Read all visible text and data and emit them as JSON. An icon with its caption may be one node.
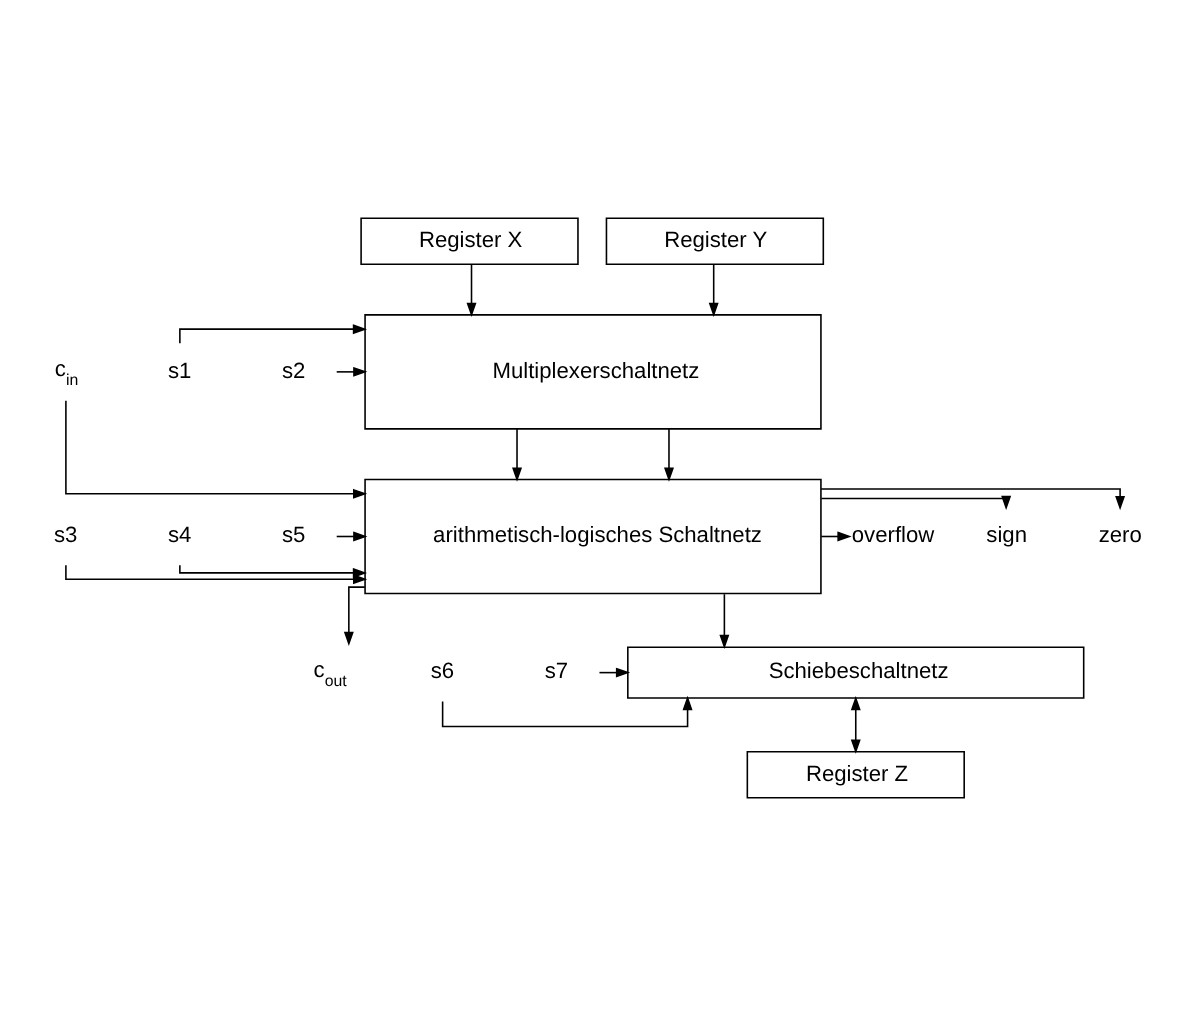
{
  "diagram": {
    "nodes": [
      {
        "text": [
          "Register X"
        ]
      },
      {
        "text": [
          "Register Y"
        ]
      },
      {
        "text": [
          "Multiplexerschaltnetz"
        ]
      },
      {
        "text": [
          "s1"
        ]
      },
      {
        "text": [
          "s2"
        ]
      },
      {
        "text": [
          "c$_{in}$"
        ]
      },
      {
        "text": [
          "zero"
        ]
      },
      {
        "text": [
          "arithmetisch-logisches Schaltnetz"
        ]
      },
      {
        "text": [
          "s3"
        ]
      },
      {
        "text": [
          "sign"
        ]
      },
      {
        "text": [
          "s4"
        ]
      },
      {
        "text": [
          "overflow"
        ]
      },
      {
        "text": [
          "s5"
        ]
      },
      {
        "text": [
          "c$_{out}$"
        ]
      },
      {
        "text": [
          "Schiebeschaltnetz"
        ]
      },
      {
        "text": [
          "s6"
        ]
      },
      {
        "text": [
          "s7"
        ]
      },
      {
        "text": [
          "Register Z"
        ]
      }
    ],
    "edges": [
      {
        "from": 0,
        "to": 2,
        "arrow": "to"
      },
      {
        "from": 1,
        "to": 2,
        "arrow": "to"
      },
      {
        "from": 3,
        "to": 2,
        "arrow": "to"
      },
      {
        "from": 4,
        "to": 2,
        "arrow": "to"
      },
      {
        "from": 2,
        "to": 7,
        "arrow": "to"
      },
      {
        "from": 2,
        "to": 7,
        "arrow": "to"
      },
      {
        "from": 5,
        "to": 7,
        "arrow": "to"
      },
      {
        "from": 8,
        "to": 7,
        "arrow": "to"
      },
      {
        "from": 10,
        "to": 7,
        "arrow": "to"
      },
      {
        "from": 12,
        "to": 7,
        "arrow": "to"
      },
      {
        "from": 7,
        "to": 6,
        "arrow": "to"
      },
      {
        "from": 7,
        "to": 9,
        "arrow": "to"
      },
      {
        "from": 7,
        "to": 11,
        "arrow": "to"
      },
      {
        "from": 7,
        "to": 13,
        "arrow": "to"
      },
      {
        "from": 7,
        "to": 14,
        "arrow": "to"
      },
      {
        "from": 15,
        "to": 14,
        "arrow": "to"
      },
      {
        "from": 16,
        "to": 14,
        "arrow": "to"
      },
      {
        "from": 14,
        "to": 17,
        "arrow": "both"
      }
    ]
  }
}
